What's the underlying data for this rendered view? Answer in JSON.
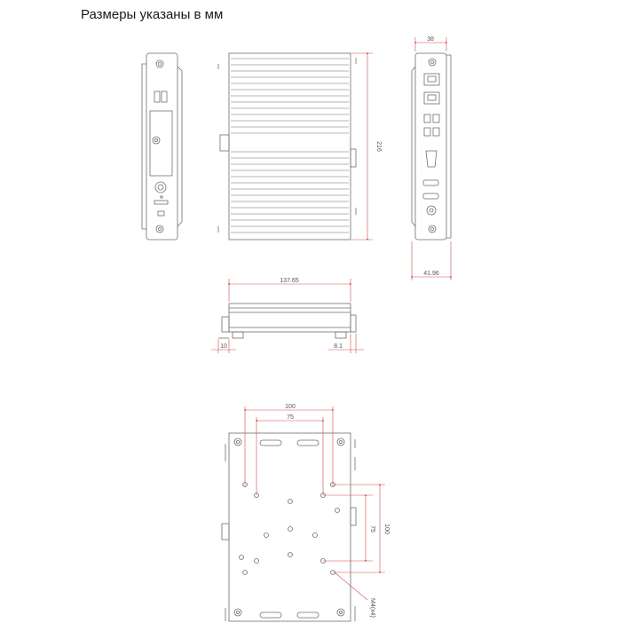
{
  "title": "Размеры указаны в мм",
  "dimensions": {
    "side_depth": "38",
    "height": "216",
    "side_total_depth": "41.96",
    "width": "137.65",
    "bottom_left_offset": "10",
    "bottom_right_offset": "8.1",
    "vesa_outer_h": "100",
    "vesa_inner_h": "75",
    "vesa_inner_v": "75",
    "vesa_outer_v": "100",
    "screw_label": "M4(x4)"
  },
  "colors": {
    "drawing": "#6e6e6e",
    "dimension": "#d24a4a",
    "text": "#555555"
  }
}
